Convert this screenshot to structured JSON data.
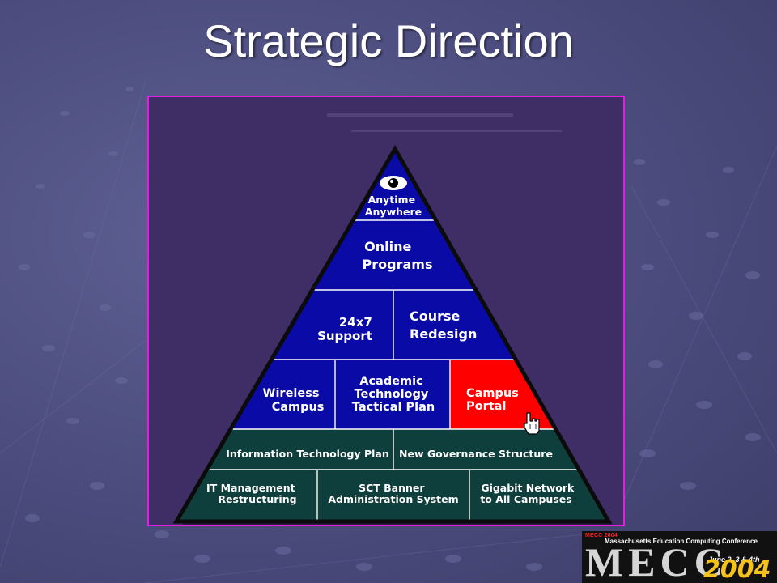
{
  "slide": {
    "title": "Strategic Direction"
  },
  "pyramid": {
    "tiers": [
      {
        "cells": [
          {
            "lines": [
              "Anytime",
              "Anywhere"
            ],
            "icon": "eye-icon"
          }
        ]
      },
      {
        "cells": [
          {
            "lines": [
              "Online",
              "Programs"
            ]
          }
        ]
      },
      {
        "cells": [
          {
            "lines": [
              "24x7",
              "Support"
            ]
          },
          {
            "lines": [
              "Course",
              "Redesign"
            ]
          }
        ]
      },
      {
        "cells": [
          {
            "lines": [
              "Wireless",
              "Campus"
            ]
          },
          {
            "lines": [
              "Academic",
              "Technology",
              "Tactical Plan"
            ]
          },
          {
            "lines": [
              "Campus",
              "Portal"
            ],
            "highlight": true,
            "icon": "hand-pointer-icon"
          }
        ]
      },
      {
        "cells": [
          {
            "lines": [
              "Information Technology Plan"
            ]
          },
          {
            "lines": [
              "New Governance Structure"
            ]
          }
        ]
      },
      {
        "cells": [
          {
            "lines": [
              "IT Management",
              "Restructuring"
            ]
          },
          {
            "lines": [
              "SCT Banner",
              "Administration System"
            ]
          },
          {
            "lines": [
              "Gigabit Network",
              "to All Campuses"
            ]
          }
        ]
      }
    ],
    "colors": {
      "upper_fill": "#0a0aa6",
      "base_fill": "#0f3f3c",
      "highlight_fill": "#ff0000",
      "outline": "#0b0b0b",
      "panel": "#3f2d66"
    }
  },
  "logo": {
    "red_text": "MECC 2004",
    "subtitle": "Massachusetts Education Computing Conference",
    "name": "MECC",
    "dates": "June 2, 3 & 4th",
    "year": "2004"
  }
}
